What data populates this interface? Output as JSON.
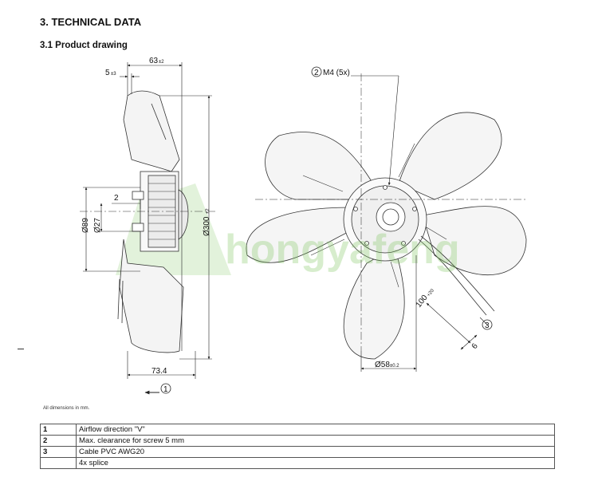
{
  "header": {
    "section_title": "3. TECHNICAL DATA",
    "subsection_title": "3.1 Product drawing"
  },
  "drawing": {
    "side_view": {
      "dim_top_width": "63",
      "dim_top_width_tol": "±2",
      "dim_offset": "5",
      "dim_offset_tol": "±3",
      "dim_screw_clearance": "2",
      "dia_hub": "Ø89",
      "dia_shaft": "Ø27",
      "dia_blade": "Ø300",
      "dia_blade_tol": "±2",
      "dim_depth": "73.4",
      "callout_airflow": "1"
    },
    "front_view": {
      "callout_screw": "2",
      "screw_label": "M4 (5x)",
      "dia_bolt_circle": "Ø58",
      "dia_bolt_circle_tol": "±0.2",
      "cable_length": "100",
      "cable_length_tol": "+20",
      "cable_strip": "6",
      "callout_cable": "3"
    },
    "watermark": "hongyafeng",
    "accent_color": "#7cc45a"
  },
  "note": "All dimensions in mm.",
  "legend": {
    "rows": [
      {
        "num": "1",
        "text": "Airflow direction \"V\""
      },
      {
        "num": "2",
        "text": "Max. clearance for screw 5 mm"
      },
      {
        "num": "3",
        "text": "Cable PVC AWG20"
      },
      {
        "num": "",
        "text": "4x splice"
      }
    ]
  }
}
